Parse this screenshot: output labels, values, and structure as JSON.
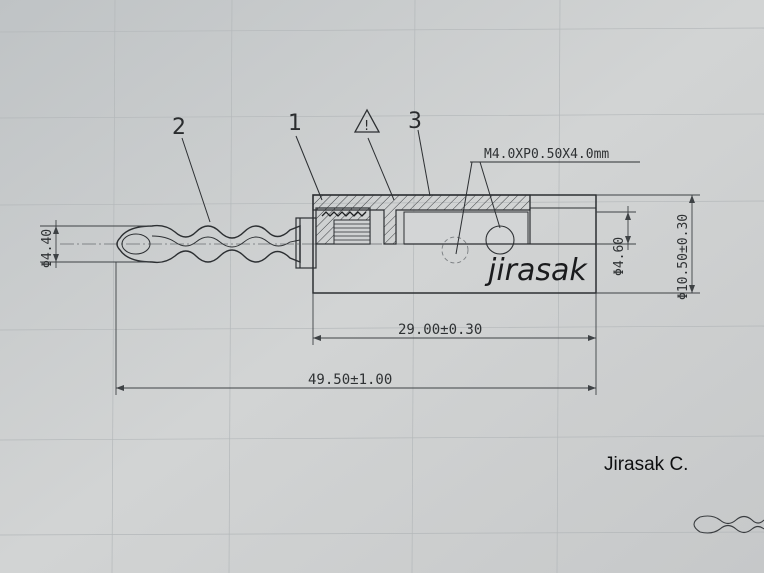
{
  "drawing": {
    "callouts": {
      "part_1": "1",
      "part_2": "2",
      "part_3": "3",
      "warning_mark": "!"
    },
    "thread_note": "M4.0XP0.50X4.0mm",
    "dimensions": {
      "tip_diameter": "Φ4.40",
      "bore_diameter": "Φ4.60",
      "body_diameter": "Φ10.50±0.30",
      "body_length": "29.00±0.30",
      "overall_length": "49.50±1.00"
    },
    "watermark": "jirasak",
    "signature": "Jirasak C."
  }
}
